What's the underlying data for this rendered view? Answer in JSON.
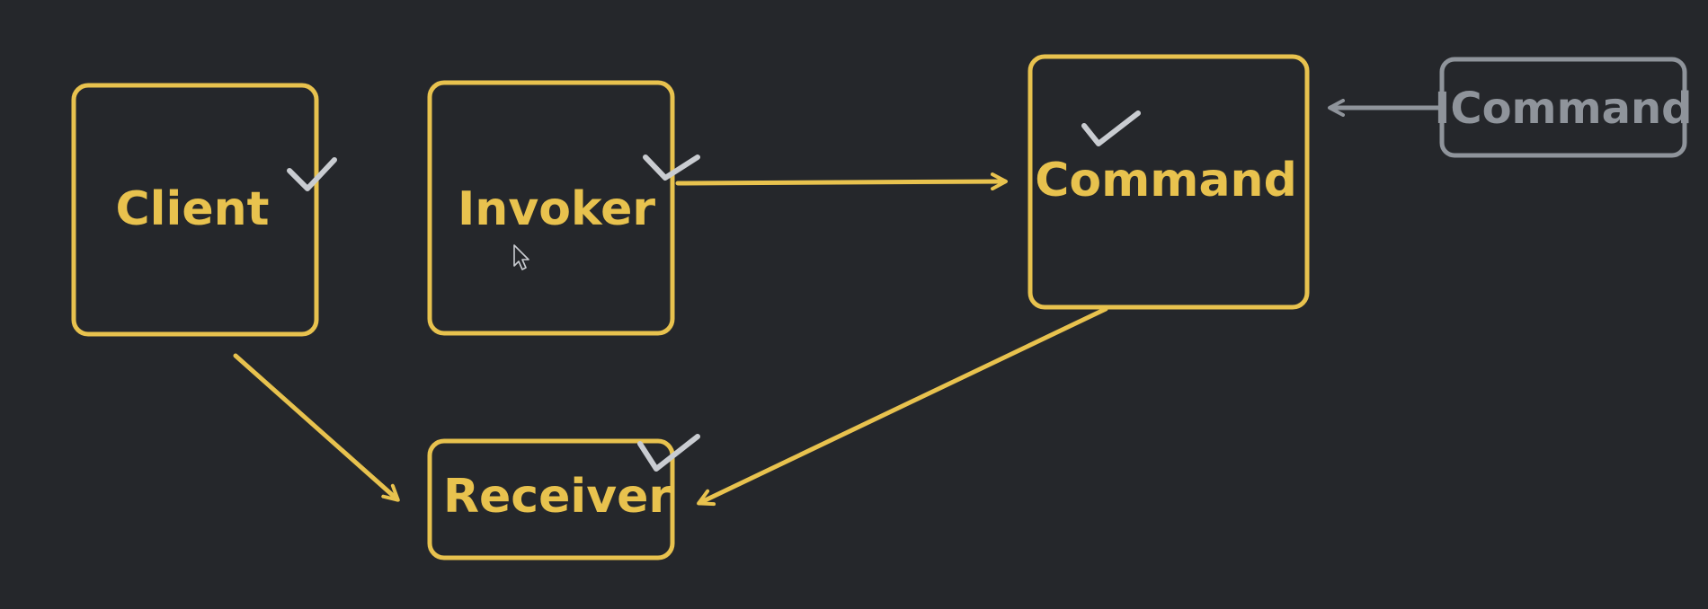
{
  "colors": {
    "background": "#25272b",
    "primary": "#e8c24e",
    "secondary": "#8f949b",
    "check": "#c9ccd1"
  },
  "nodes": {
    "client": "Client",
    "invoker": "Invoker",
    "command": "Command",
    "receiver": "Receiver",
    "icommand": "ICommand"
  }
}
